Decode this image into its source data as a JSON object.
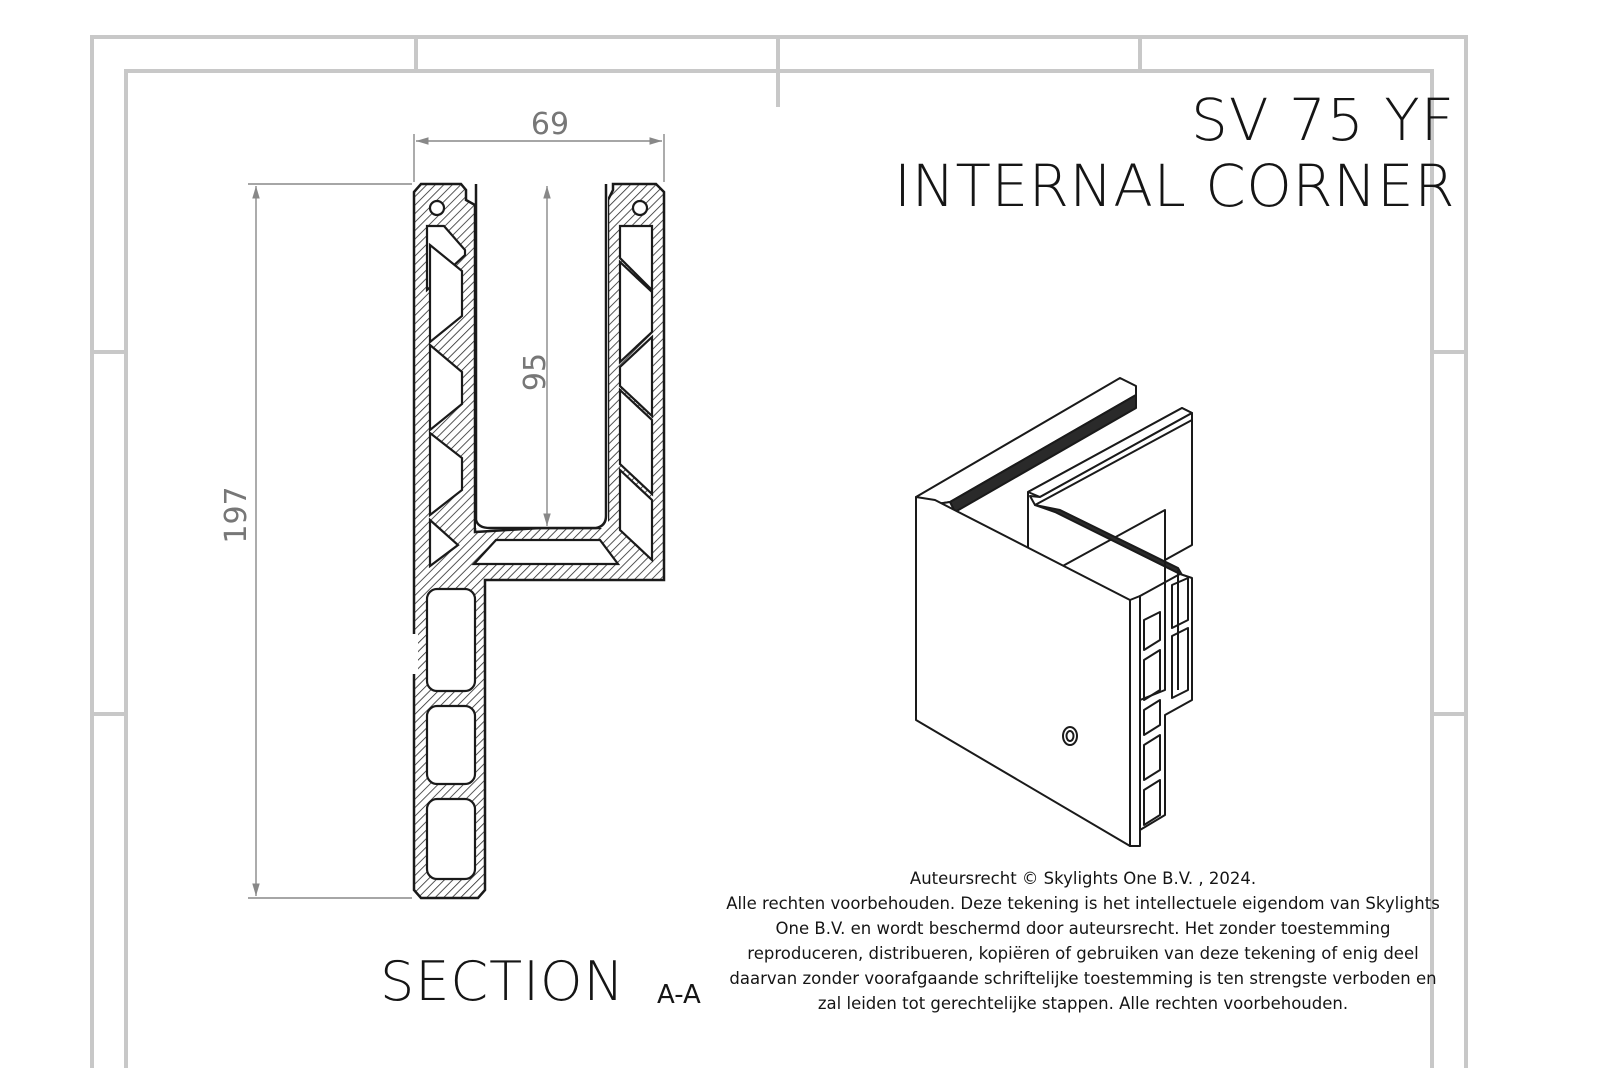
{
  "title": {
    "line1": "SV 75 YF",
    "line2": "INTERNAL CORNER"
  },
  "section": {
    "label": "SECTION",
    "id": "A-A"
  },
  "dimensions": {
    "width": "69",
    "inner_depth": "95",
    "height": "197"
  },
  "copyright": {
    "line1": "Auteursrecht © Skylights One B.V. , 2024.",
    "body": "Alle rechten voorbehouden. Deze tekening is het intellectuele eigendom van Skylights One B.V. en wordt beschermd door auteursrecht. Het zonder toestemming reproduceren, distribueren, kopiëren of gebruiken van deze tekening of enig deel daarvan zonder voorafgaande schriftelijke toestemming is ten strengste verboden en zal leiden tot gerechtelijke stappen. Alle rechten voorbehouden."
  },
  "colors": {
    "frame": "#c8c8c8",
    "line": "#1a1a1a",
    "dimension": "#777777"
  }
}
